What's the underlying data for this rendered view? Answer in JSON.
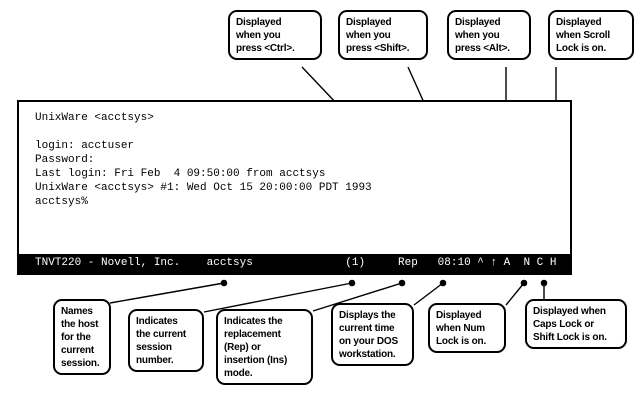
{
  "terminal": {
    "screen_lines": [
      "UnixWare <acctsys>",
      "",
      "login: acctuser",
      "Password:",
      "Last login: Fri Feb  4 09:50:00 from acctsys",
      "UnixWare <acctsys> #1: Wed Oct 15 20:00:00 PDT 1993",
      "acctsys%",
      "",
      "",
      ""
    ],
    "status_bar": {
      "emulation": "TNVT220 - Novell, Inc.",
      "host": "acctsys",
      "session_number": "(1)",
      "mode": "Rep",
      "time": "08:10",
      "ctrl_indicator": "^",
      "shift_indicator": "↑",
      "alt_indicator": "A",
      "num_lock_indicator": "N",
      "caps_lock_indicator": "C",
      "scroll_lock_indicator": "H",
      "full_text": "TNVT220 - Novell, Inc.    acctsys              (1)     Rep   08:10 ^ ↑ A  N C H"
    },
    "colors": {
      "screen_bg": "#ffffff",
      "screen_fg": "#000000",
      "status_bg": "#000000",
      "status_fg": "#ffffff"
    }
  },
  "callouts": {
    "top": [
      {
        "id": "ctrl",
        "lines": [
          "Displayed",
          "when you",
          "press <Ctrl>."
        ]
      },
      {
        "id": "shift",
        "lines": [
          "Displayed",
          "when you",
          "press <Shift>."
        ]
      },
      {
        "id": "alt",
        "lines": [
          "Displayed",
          "when you",
          "press <Alt>."
        ]
      },
      {
        "id": "scroll-lock",
        "lines": [
          "Displayed",
          "when Scroll",
          "Lock is on."
        ]
      }
    ],
    "bottom": [
      {
        "id": "host",
        "lines": [
          "Names",
          "the host",
          "for the",
          "current",
          "session."
        ]
      },
      {
        "id": "session-number",
        "lines": [
          "Indicates",
          "the current",
          "session",
          "number."
        ]
      },
      {
        "id": "rep-ins-mode",
        "lines": [
          "Indicates the",
          "replacement",
          "(Rep) or",
          "insertion (Ins)",
          "mode."
        ]
      },
      {
        "id": "time",
        "lines": [
          "Displays the",
          "current time",
          "on your DOS",
          "workstation."
        ]
      },
      {
        "id": "num-lock",
        "lines": [
          "Displayed",
          "when Num",
          "Lock is on."
        ]
      },
      {
        "id": "caps-shift-lock",
        "lines": [
          "Displayed when",
          "Caps Lock or",
          "Shift Lock is on."
        ]
      }
    ]
  }
}
